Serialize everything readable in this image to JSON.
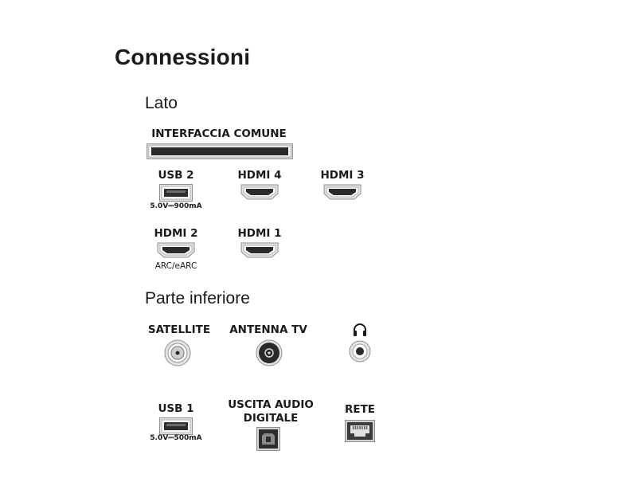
{
  "title": "Connessioni",
  "sections": {
    "side": {
      "heading": "Lato",
      "ports": {
        "common_interface": {
          "label": "INTERFACCIA COMUNE",
          "icon": "ci-slot-icon"
        },
        "usb2": {
          "label": "USB 2",
          "spec": "5.0V⎓900mA",
          "icon": "usb-port-icon"
        },
        "hdmi4": {
          "label": "HDMI 4",
          "icon": "hdmi-port-icon"
        },
        "hdmi3": {
          "label": "HDMI 3",
          "icon": "hdmi-port-icon"
        },
        "hdmi2": {
          "label": "HDMI 2",
          "spec": "ARC/eARC",
          "icon": "hdmi-port-icon"
        },
        "hdmi1": {
          "label": "HDMI 1",
          "icon": "hdmi-port-icon"
        }
      }
    },
    "bottom": {
      "heading": "Parte inferiore",
      "ports": {
        "satellite": {
          "label": "SATELLITE",
          "icon": "satellite-connector-icon"
        },
        "antenna": {
          "label": "ANTENNA TV",
          "icon": "antenna-connector-icon"
        },
        "headphones": {
          "label": "",
          "icon": "headphones-icon"
        },
        "usb1": {
          "label": "USB 1",
          "spec": "5.0V⎓500mA",
          "icon": "usb-port-icon"
        },
        "digital_audio": {
          "label_line1": "USCITA AUDIO",
          "label_line2": "DIGITALE",
          "icon": "optical-port-icon"
        },
        "network": {
          "label": "RETE",
          "icon": "ethernet-port-icon"
        }
      }
    }
  }
}
